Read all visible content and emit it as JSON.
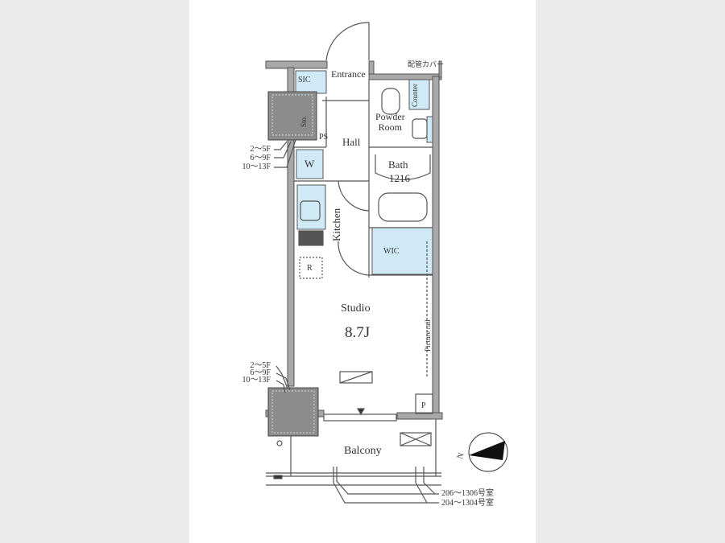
{
  "rooms": {
    "entrance": "Entrance",
    "sic": "SIC",
    "sto": "Sto.",
    "ps": "PS",
    "hall": "Hall",
    "powder_room": "Powder\nRoom",
    "counter": "Counter",
    "piping_cover": "配管カバー",
    "bath": "Bath",
    "bath_size": "1216",
    "w": "W",
    "kitchen": "Kitchen",
    "wic": "WIC",
    "r": "R",
    "studio": "Studio",
    "studio_size": "8.7J",
    "picture_rail": "Picture rail",
    "p": "P",
    "balcony": "Balcony"
  },
  "floor_notes_upper": [
    "2～5F",
    "6～9F",
    "10～13F"
  ],
  "floor_notes_lower": [
    "2～5F",
    "6～9F",
    "10～13F"
  ],
  "unit_notes": [
    "206～1306号室",
    "204～1304号室"
  ],
  "compass": {
    "label": "N"
  },
  "colors": {
    "fixture_blue": "#cfe9f6",
    "wall": "#9a9a9a",
    "column": "#8c8c8c"
  }
}
